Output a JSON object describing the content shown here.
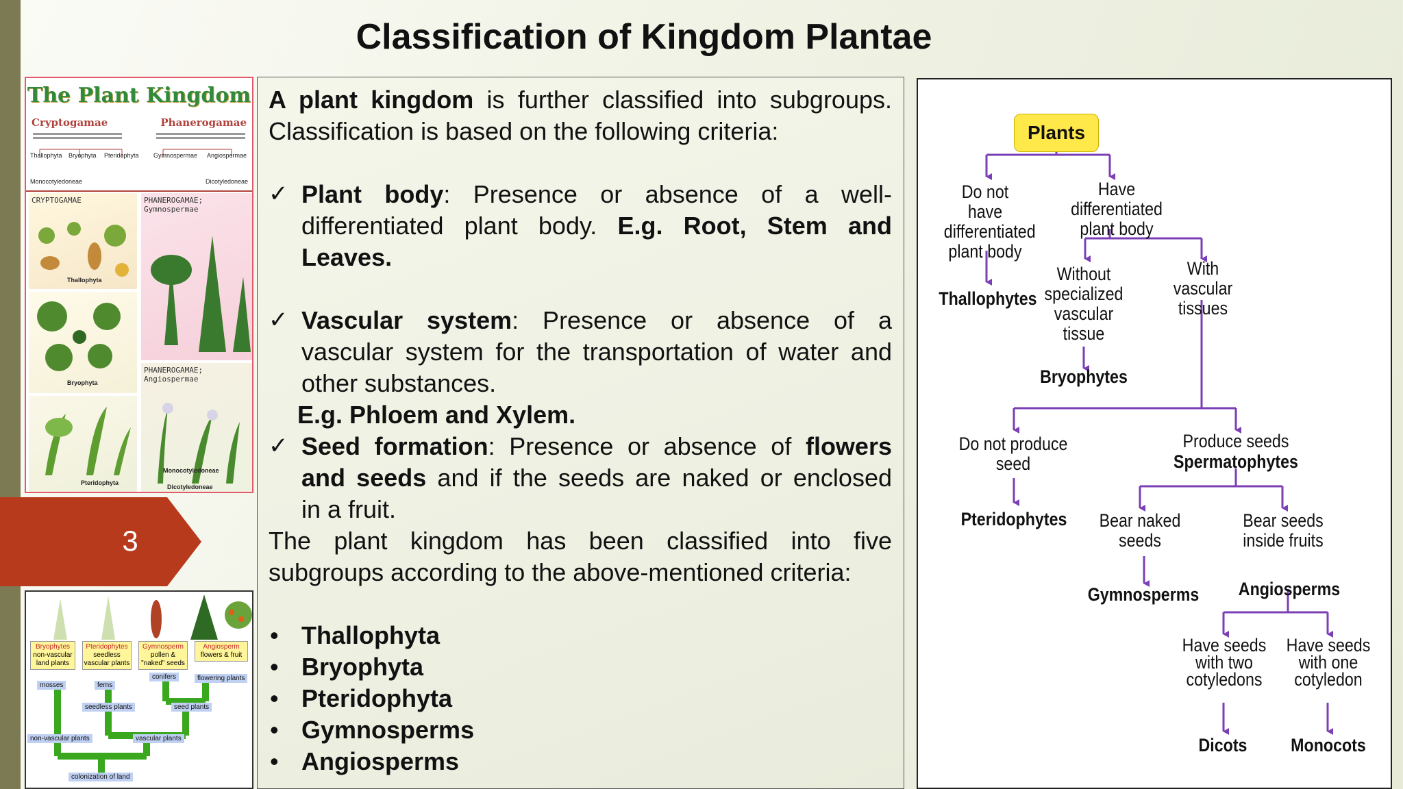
{
  "slide": {
    "title": "Classification of Kingdom Plantae",
    "page_number": "3"
  },
  "poster": {
    "title": "The Plant Kingdom",
    "left_heading": "Cryptogamae",
    "right_heading": "Phanerogamae",
    "left_sub": [
      "Thallophyta",
      "Bryophyta",
      "Pteridophyta"
    ],
    "right_sub": [
      "Gymnospermae",
      "Angiospermae"
    ],
    "mono_label": "Monocotyledoneae",
    "dicot_label": "Dicotyledoneae",
    "crypto_section": "CRYPTOGAMAE",
    "phanero_gymno": "PHANEROGAMAE; Gymnospermae",
    "phanero_angio": "PHANEROGAMAE; Angiospermae",
    "thallophyta": "Thallophyta",
    "bryophyta": "Bryophyta",
    "pteridophyta": "Pteridophyta",
    "monocot_section": "Monocotyledoneae",
    "dicot_section": "Dicotyledoneae"
  },
  "evolution": {
    "groups": [
      {
        "name": "Bryophytes",
        "desc": "non-vascular land plants",
        "tag": "mosses"
      },
      {
        "name": "Pteridophytes",
        "desc": "seedless vascular plants",
        "tag": "ferns"
      },
      {
        "name": "Gymnosperm",
        "desc": "pollen & \"naked\" seeds",
        "tag": "conifers"
      },
      {
        "name": "Angiosperm",
        "desc": "flowers & fruit",
        "tag": "flowering plants"
      }
    ],
    "seedless": "seedless plants",
    "seed": "seed plants",
    "nonvascular": "non-vascular plants",
    "vascular": "vascular plants",
    "colonization": "colonization of land"
  },
  "text": {
    "intro_bold": "A plant kingdom",
    "intro_rest_1": " is further classified into subgroups.",
    "intro_2": "Classification is based on the following criteria:",
    "c1_bold": "Plant body",
    "c1_line1": ": Presence or absence of a well-",
    "c1_line2": "differentiated plant body. ",
    "c1_eg": "E.g. Root, Stem and",
    "c1_eg2": "Leaves.",
    "c2_bold": "Vascular system",
    "c2_line1": ": Presence or absence of a",
    "c2_line2": "vascular system for the transportation of water and",
    "c2_line3": "other substances.",
    "c2_eg": "E.g. Phloem and Xylem.",
    "c3_bold": "Seed formation",
    "c3_line1": ": Presence or absence of ",
    "c3_flowers": "flowers",
    "c3_seeds": "and seeds",
    "c3_line2": " and if the seeds are naked or enclosed",
    "c3_line3": "in a fruit.",
    "summary_1": "The plant kingdom has been classified into five",
    "summary_2": "subgroups according to the above-mentioned criteria:",
    "check": "✓",
    "bullet": "•",
    "subgroups": [
      "Thallophyta",
      "Bryophyta",
      "Pteridophyta",
      "Gymnosperms",
      "Angiosperms"
    ]
  },
  "flowchart": {
    "root": "Plants",
    "no_diff": "Do not have differentiated plant body",
    "have_diff": "Have differentiated plant body",
    "thallophytes": "Thallophytes",
    "without_vasc": "Without specialized vascular tissue",
    "with_vasc": "With vascular tissues",
    "bryophytes": "Bryophytes",
    "no_seed": "Do not produce seed",
    "produce_seeds": "Produce seeds",
    "spermatophytes": "Spermatophytes",
    "pteridophytes": "Pteridophytes",
    "naked_seeds": "Bear naked seeds",
    "seeds_fruits": "Bear seeds inside fruits",
    "gymnosperms": "Gymnosperms",
    "angiosperms": "Angiosperms",
    "two_cotyledons": "Have seeds with two cotyledons",
    "one_cotyledon": "Have seeds with one cotyledon",
    "dicots": "Dicots",
    "monocots": "Monocots",
    "arrow_color": "#7b3fb5"
  }
}
